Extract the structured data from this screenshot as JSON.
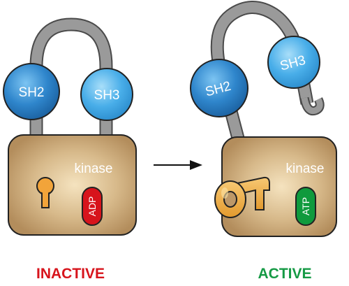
{
  "inactive": {
    "domain_left": "SH2",
    "domain_right": "SH3",
    "kinase": "kinase",
    "nucleotide": "ADP",
    "state": "INACTIVE"
  },
  "active": {
    "domain_left": "SH2",
    "domain_right": "SH3",
    "kinase": "kinase",
    "nucleotide": "ATP",
    "state": "ACTIVE"
  },
  "colors": {
    "body": "#bd9868",
    "body_highlight": "#f3dfb8",
    "shackle": "#9a9a9a",
    "domain_dark": "#1f6fb6",
    "domain_light": "#5fb8ef",
    "adp": "#d7141c",
    "atp": "#0f9a3d",
    "inactive_text": "#d7141c",
    "active_text": "#169a45",
    "key": "#f2b14a",
    "keyhole": "#f2a43a"
  },
  "icons": {
    "arrow": "right-arrow-icon",
    "key": "key-icon",
    "keyhole": "keyhole-icon"
  }
}
